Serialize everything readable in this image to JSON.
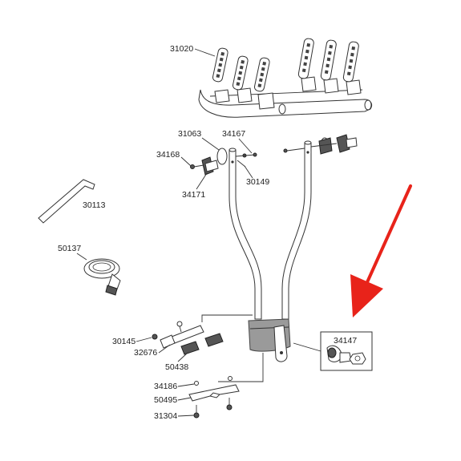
{
  "parts": {
    "p31020": "31020",
    "p31063": "31063",
    "p34167": "34167",
    "p34168": "34168",
    "p30149": "30149",
    "p34171": "34171",
    "p30113": "30113",
    "p50137": "50137",
    "p30145": "30145",
    "p32676": "32676",
    "p50438": "50438",
    "p34147": "34147",
    "p34186": "34186",
    "p50495": "50495",
    "p31304": "31304"
  },
  "colors": {
    "arrow": "#e8231a",
    "line": "#333333",
    "base_fill": "#9a9a9a"
  }
}
